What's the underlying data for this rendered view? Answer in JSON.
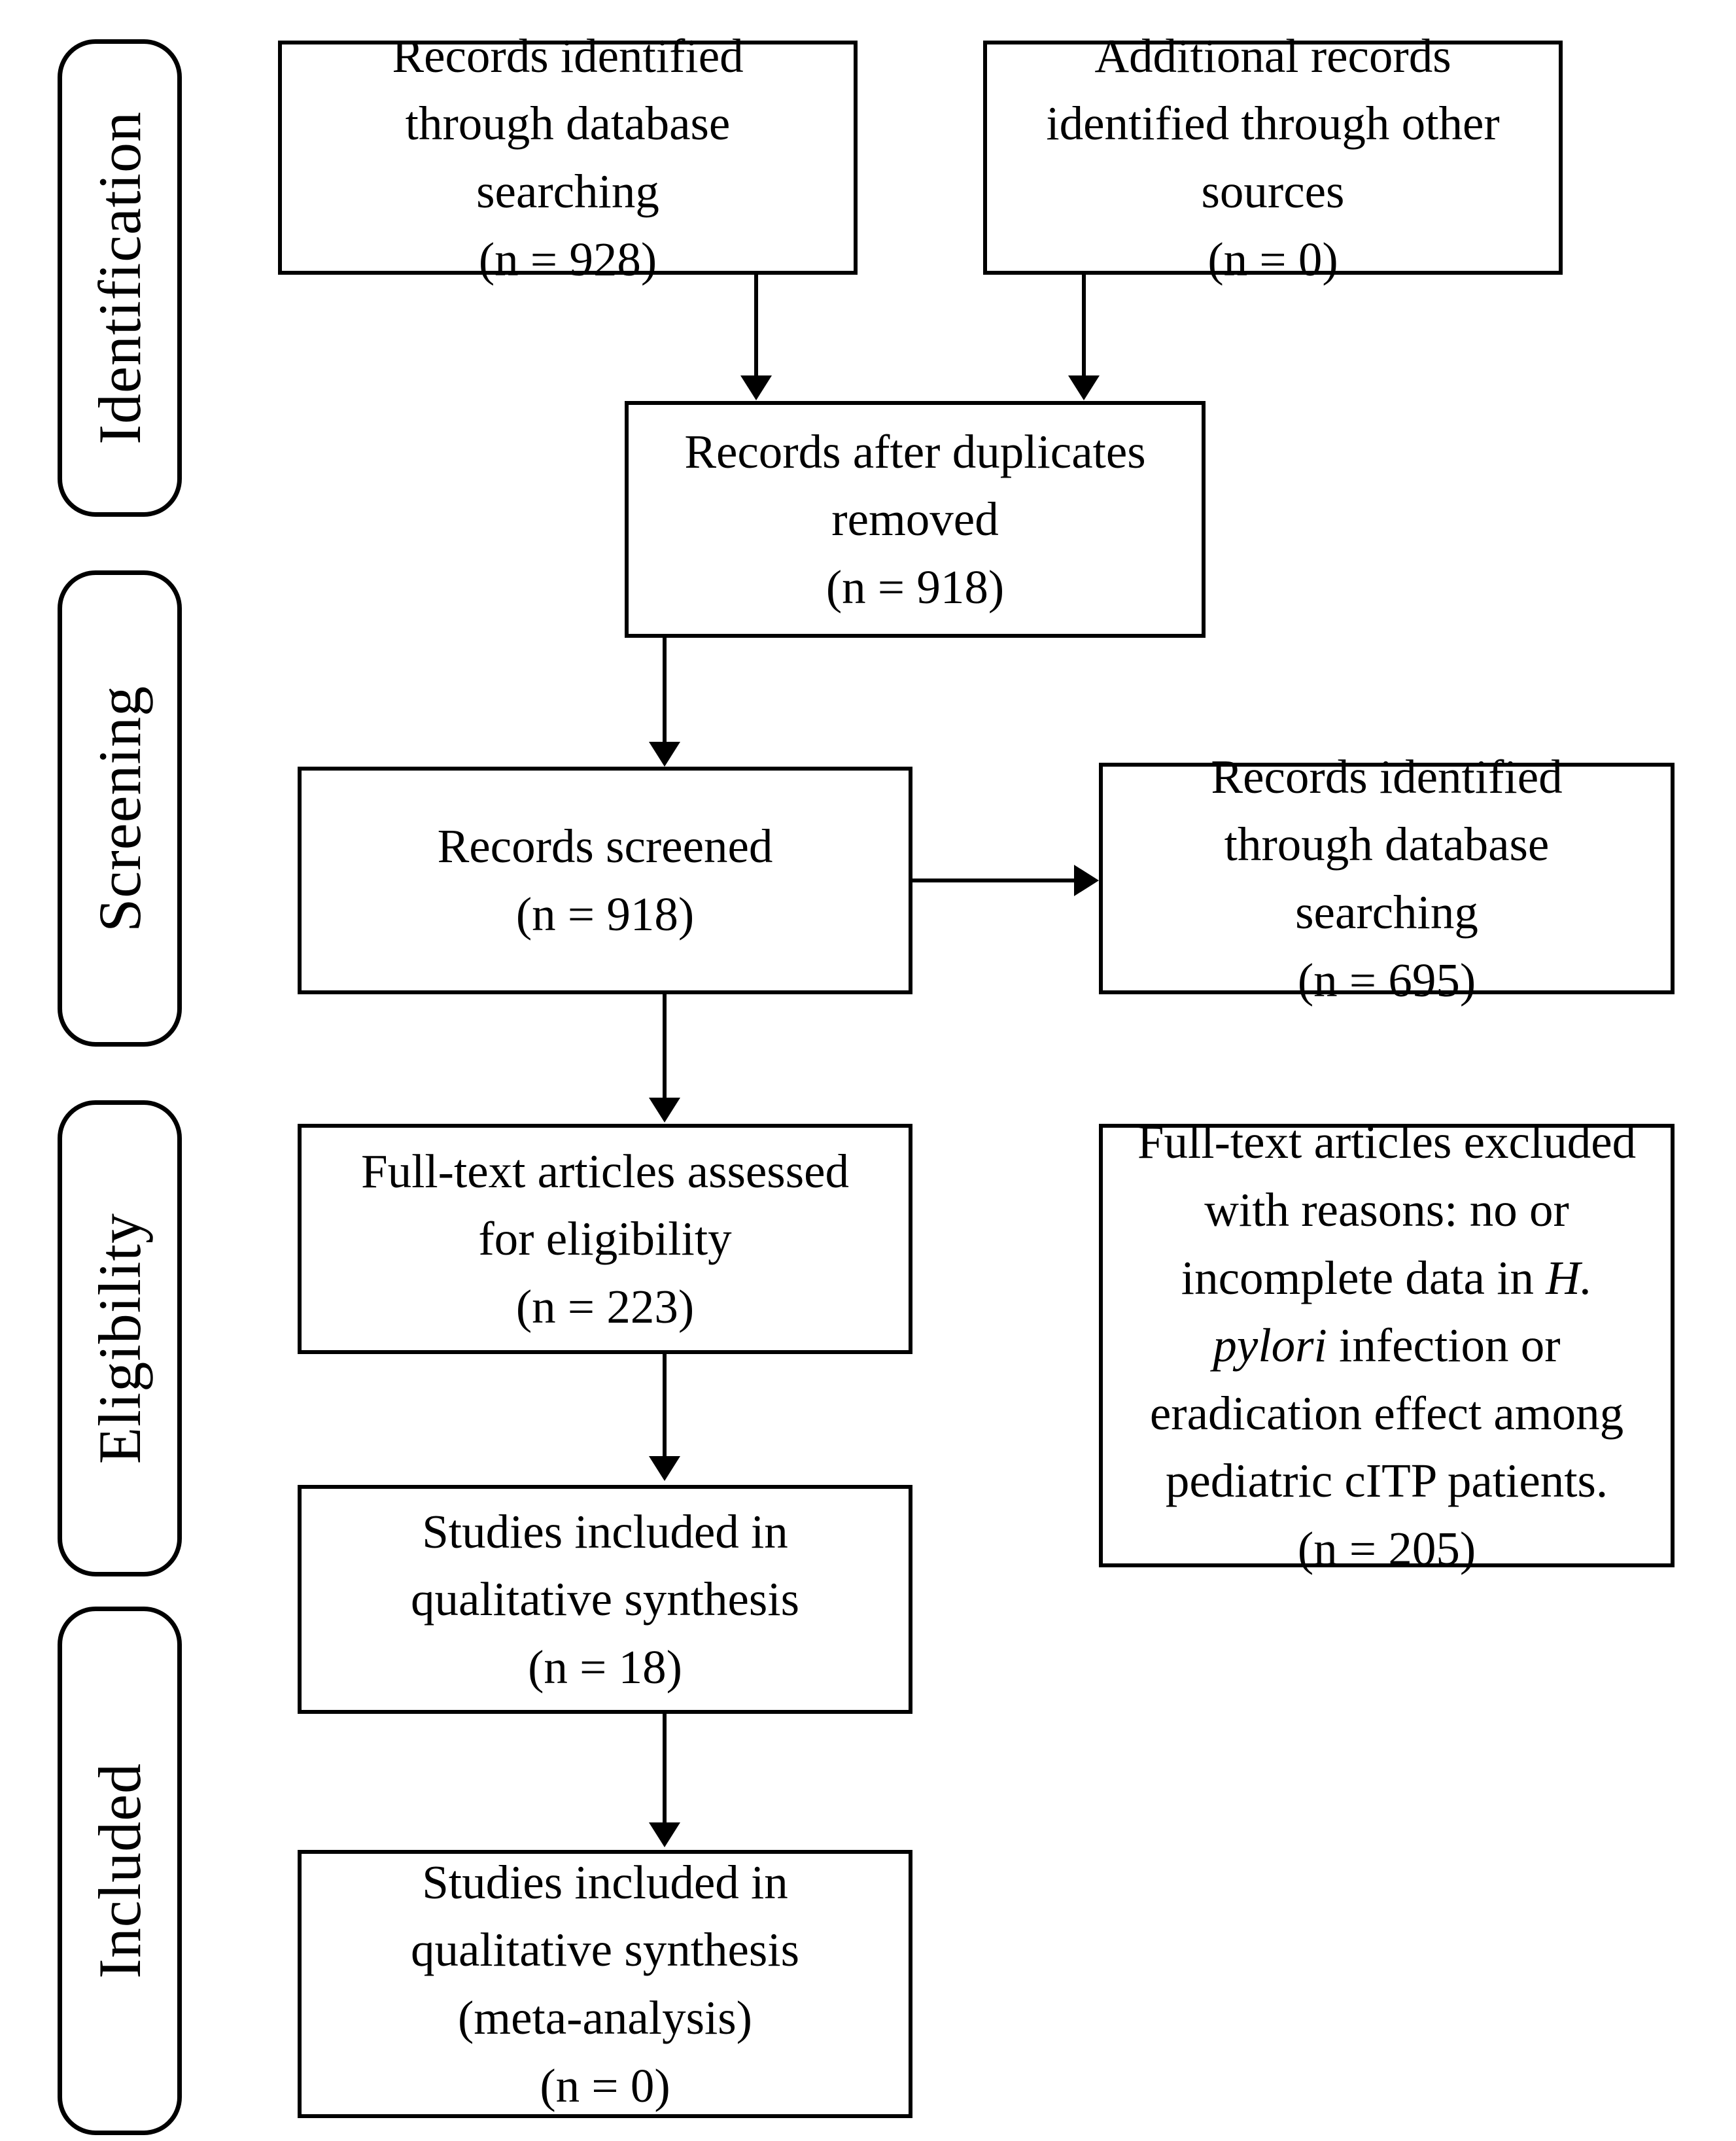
{
  "diagram": {
    "title": "PRISMA flow diagram",
    "stages": [
      {
        "id": "identification",
        "label": "Identification"
      },
      {
        "id": "screening",
        "label": "Screening"
      },
      {
        "id": "eligibility",
        "label": "Eligibility"
      },
      {
        "id": "included",
        "label": "Included"
      }
    ],
    "boxes": {
      "records_db": {
        "text": "Records identified\nthrough database\nsearching\n(n = 928)",
        "count": 928
      },
      "records_other": {
        "text": "Additional records\nidentified through other\nsources\n(n = 0)",
        "count": 0
      },
      "after_duplicates": {
        "text": "Records after duplicates\nremoved\n(n = 918)",
        "count": 918
      },
      "records_screened": {
        "text": "Records screened\n(n = 918)",
        "count": 918
      },
      "records_excluded_screening": {
        "text": "Records identified\nthrough database\nsearching\n(n = 695)",
        "count": 695
      },
      "fulltext_assessed": {
        "text": "Full-text articles assessed\nfor eligibility\n(n = 223)",
        "count": 223
      },
      "fulltext_excluded": {
        "line1": "Full-text articles excluded",
        "line2": "with reasons: no or",
        "line3_a": "incomplete data in ",
        "line3_italic": "H.",
        "line4_italic": "pylori",
        "line4_b": " infection or",
        "line5": "eradication effect among",
        "line6": "pediatric cITP patients.",
        "line7": "(n = 205)",
        "count": 205
      },
      "qualitative_synthesis": {
        "text": "Studies included in\nqualitative synthesis\n(n = 18)",
        "count": 18
      },
      "meta_analysis": {
        "text": "Studies included in\nqualitative synthesis\n(meta-analysis)\n(n = 0)",
        "count": 0
      }
    },
    "colors": {
      "stroke": "#000000",
      "background": "#ffffff",
      "text": "#000000"
    }
  }
}
